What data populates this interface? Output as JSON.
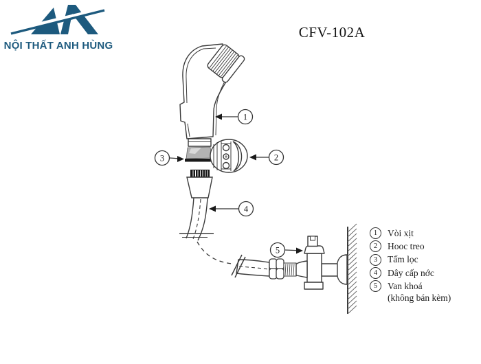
{
  "header": {
    "brand": "NỘI THẤT ANH HÙNG",
    "model": "CFV-102A"
  },
  "diagram": {
    "callouts": [
      {
        "num": "1"
      },
      {
        "num": "2"
      },
      {
        "num": "3"
      },
      {
        "num": "4"
      },
      {
        "num": "5"
      }
    ]
  },
  "legend": {
    "items": [
      {
        "num": "1",
        "label": "Vòi xịt"
      },
      {
        "num": "2",
        "label": "Hooc treo"
      },
      {
        "num": "3",
        "label": "Tấm lọc"
      },
      {
        "num": "4",
        "label": "Dây cấp nớc"
      },
      {
        "num": "5",
        "label": "Van khoá"
      }
    ],
    "note": "(không bán kèm)"
  },
  "colors": {
    "brand_blue": "#1d5a7e",
    "line": "#333333",
    "filter_gray": "#b3b3b3",
    "band_black": "#1a1a1a"
  }
}
